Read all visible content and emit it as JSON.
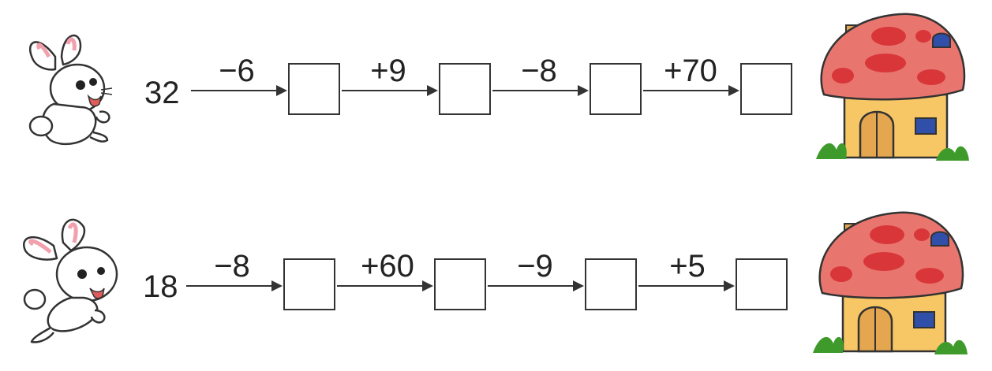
{
  "rows": [
    {
      "start": "32",
      "ops": [
        "−6",
        "+9",
        "−8",
        "+70"
      ],
      "answers": [
        "",
        "",
        "",
        ""
      ]
    },
    {
      "start": "18",
      "ops": [
        "−8",
        "+60",
        "−9",
        "+5"
      ],
      "answers": [
        "",
        "",
        "",
        ""
      ]
    }
  ],
  "colors": {
    "line": "#333333",
    "roof": "#e8766f",
    "roof_spots": "#d9363a",
    "wall": "#f7c766",
    "door": "#e4a64f",
    "grass": "#3f9a2c",
    "window": "#2f4fa8"
  }
}
